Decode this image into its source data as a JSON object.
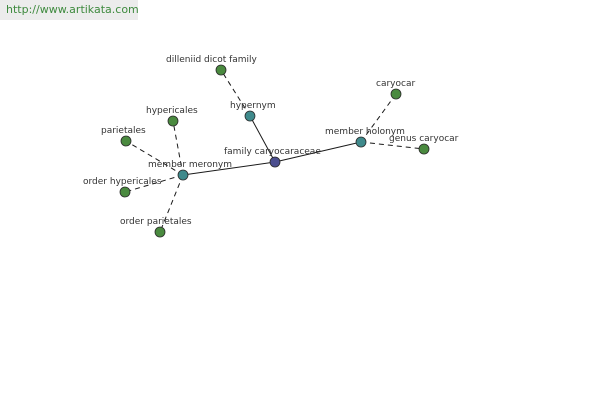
{
  "watermark": "http://www.artikata.com",
  "colors": {
    "root_node": "#4b4e8f",
    "relation_node": "#3f8a8c",
    "leaf_node": "#4a8a3f",
    "node_stroke": "#2a2a2a",
    "edge": "#1a1a1a"
  },
  "nodes": [
    {
      "id": "family",
      "label": "family caryocaraceae",
      "kind": "root"
    },
    {
      "id": "hypernym",
      "label": "hypernym",
      "kind": "relation"
    },
    {
      "id": "holonym",
      "label": "member holonym",
      "kind": "relation"
    },
    {
      "id": "meronym",
      "label": "member meronym",
      "kind": "relation"
    },
    {
      "id": "dilleniid",
      "label": "dilleniid dicot family",
      "kind": "leaf"
    },
    {
      "id": "caryocar",
      "label": "caryocar",
      "kind": "leaf"
    },
    {
      "id": "genus",
      "label": "genus caryocar",
      "kind": "leaf"
    },
    {
      "id": "hypericales",
      "label": "hypericales",
      "kind": "leaf"
    },
    {
      "id": "parietales",
      "label": "parietales",
      "kind": "leaf"
    },
    {
      "id": "order_hypericales",
      "label": "order hypericales",
      "kind": "leaf"
    },
    {
      "id": "order_parietales",
      "label": "order parietales",
      "kind": "leaf"
    }
  ],
  "edges": [
    {
      "from": "family",
      "to": "hypernym",
      "style": "solid"
    },
    {
      "from": "family",
      "to": "holonym",
      "style": "solid"
    },
    {
      "from": "family",
      "to": "meronym",
      "style": "solid"
    },
    {
      "from": "hypernym",
      "to": "dilleniid",
      "style": "dashed"
    },
    {
      "from": "holonym",
      "to": "caryocar",
      "style": "dashed"
    },
    {
      "from": "holonym",
      "to": "genus",
      "style": "dashed"
    },
    {
      "from": "meronym",
      "to": "hypericales",
      "style": "dashed"
    },
    {
      "from": "meronym",
      "to": "parietales",
      "style": "dashed"
    },
    {
      "from": "meronym",
      "to": "order_hypericales",
      "style": "dashed"
    },
    {
      "from": "meronym",
      "to": "order_parietales",
      "style": "dashed"
    }
  ]
}
